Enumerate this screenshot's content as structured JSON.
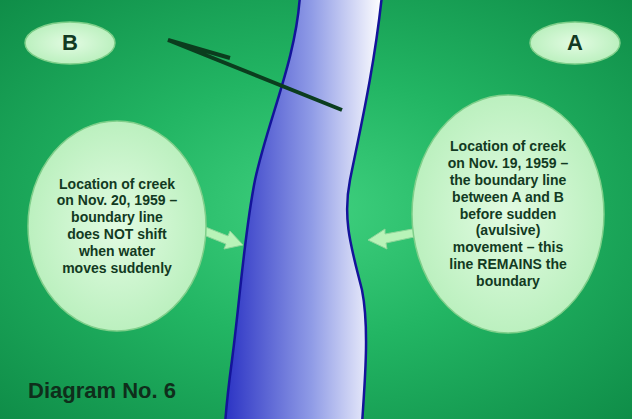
{
  "diagram": {
    "nodes": [
      {
        "text": [
          "B"
        ]
      },
      {
        "text": [
          "A"
        ]
      },
      {
        "text": [
          "Location of creek on Nov. 20, 1959 – boundary line does NOT shift when water moves suddenly"
        ]
      },
      {
        "text": [
          "Location of creek on Nov. 19, 1959 – the boundary line between A and B before sudden (avulsive) movement – this line REMAINS the boundary"
        ]
      }
    ],
    "labels": [
      "Diagram No. 6"
    ]
  }
}
